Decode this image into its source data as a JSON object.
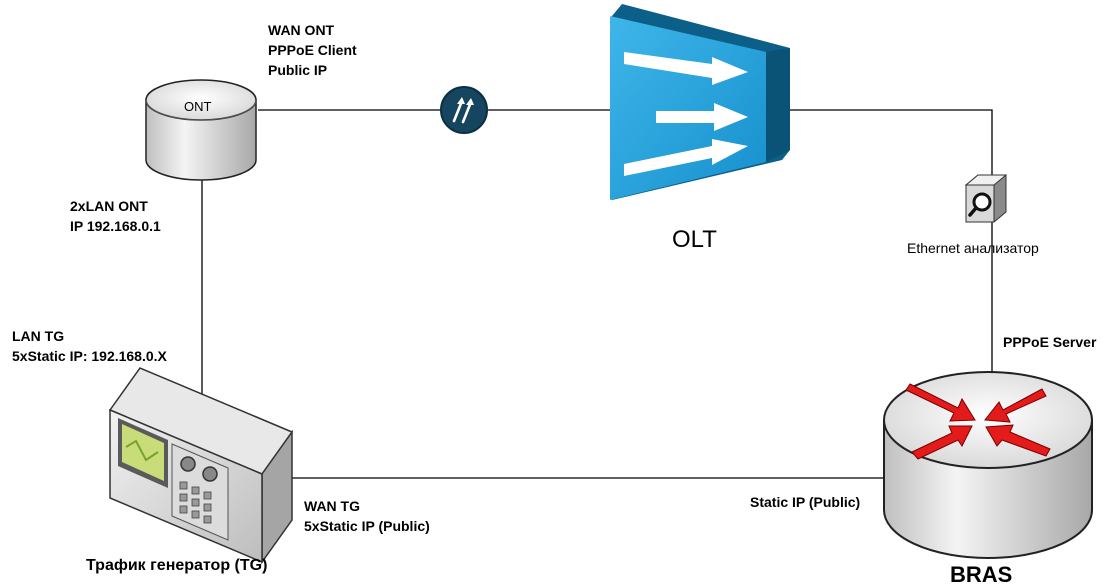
{
  "nodes": {
    "ont": {
      "label": "ONT"
    },
    "olt": {
      "label": "OLT"
    },
    "analyzer": {
      "label": "Ethernet анализатор"
    },
    "bras": {
      "label": "BRAS"
    },
    "tg": {
      "label": "Трафик генератор (TG)"
    }
  },
  "annotations": {
    "wan_ont": [
      "WAN ONT",
      "PPPoE Client",
      "Public IP"
    ],
    "lan_ont": [
      "2xLAN ONT",
      "IP 192.168.0.1"
    ],
    "lan_tg": [
      "LAN TG",
      "5xStatic IP: 192.168.0.X"
    ],
    "wan_tg": [
      "WAN TG",
      "5xStatic IP (Public)"
    ],
    "pppoe_server": "PPPoE Server",
    "bras_static": "Static IP (Public)"
  },
  "colors": {
    "olt_blue": "#1a9bd7",
    "olt_dark": "#0b5f88",
    "splitter": "#16455f",
    "bras_arrows": "#e31b1b",
    "line": "#000000"
  },
  "icons": {
    "splitter": "optical-splitter-icon",
    "analyzer": "magnifier-icon",
    "olt": "switch-arrows-icon",
    "bras": "router-arrows-icon"
  }
}
